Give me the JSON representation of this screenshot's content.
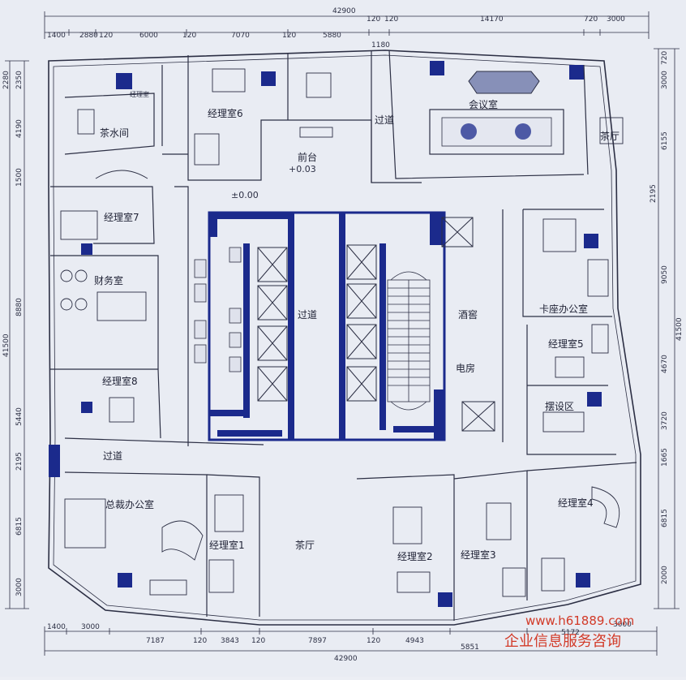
{
  "colors": {
    "paper": "#eceef4",
    "line": "#2c2f44",
    "core": "#1b2a8c",
    "watermark": "#d23a28"
  },
  "rooms": {
    "tea_room": "茶水间",
    "manager6": "经理室6",
    "front_desk": "前台",
    "front_desk_level": "+0.03",
    "meeting": "会议室",
    "corridor_top": "过道",
    "tea_right": "茶厅",
    "level_entry": "±0.00",
    "manager7": "经理室7",
    "finance": "财务室",
    "corridor_core": "过道",
    "wine": "酒窖",
    "electric": "电房",
    "booth_office": "卡座办公室",
    "manager5": "经理室5",
    "display": "摆设区",
    "manager8": "经理室8",
    "corridor_left": "过道",
    "ceo": "总裁办公室",
    "manager1": "经理室1",
    "tea_hall": "茶厅",
    "manager2": "经理室2",
    "manager3": "经理室3",
    "manager4": "经理室4",
    "manager_small": "经理室"
  },
  "dims": {
    "top_total": "42900",
    "top_segments": [
      "1400",
      "2880",
      "120",
      "6000",
      "120",
      "7070",
      "120",
      "5880",
      "120",
      "120",
      "14170",
      "720",
      "3000"
    ],
    "top_inner": "1180",
    "bottom_segments": [
      "1400",
      "3000",
      "7187",
      "120",
      "3843",
      "120",
      "7897",
      "120",
      "4943",
      "5851",
      "5172",
      "3000"
    ],
    "bottom_total": "42900",
    "left_dims": [
      "2280",
      "2350",
      "4190",
      "1500",
      "8880",
      "41500",
      "5440",
      "2195",
      "6815",
      "3000"
    ],
    "right_dims": [
      "3000",
      "720",
      "6155",
      "2195",
      "9050",
      "41500",
      "4670",
      "3720",
      "1665",
      "6815",
      "2000"
    ]
  },
  "watermark": {
    "url": "www.h61889.com",
    "text": "企业信息服务咨询"
  }
}
